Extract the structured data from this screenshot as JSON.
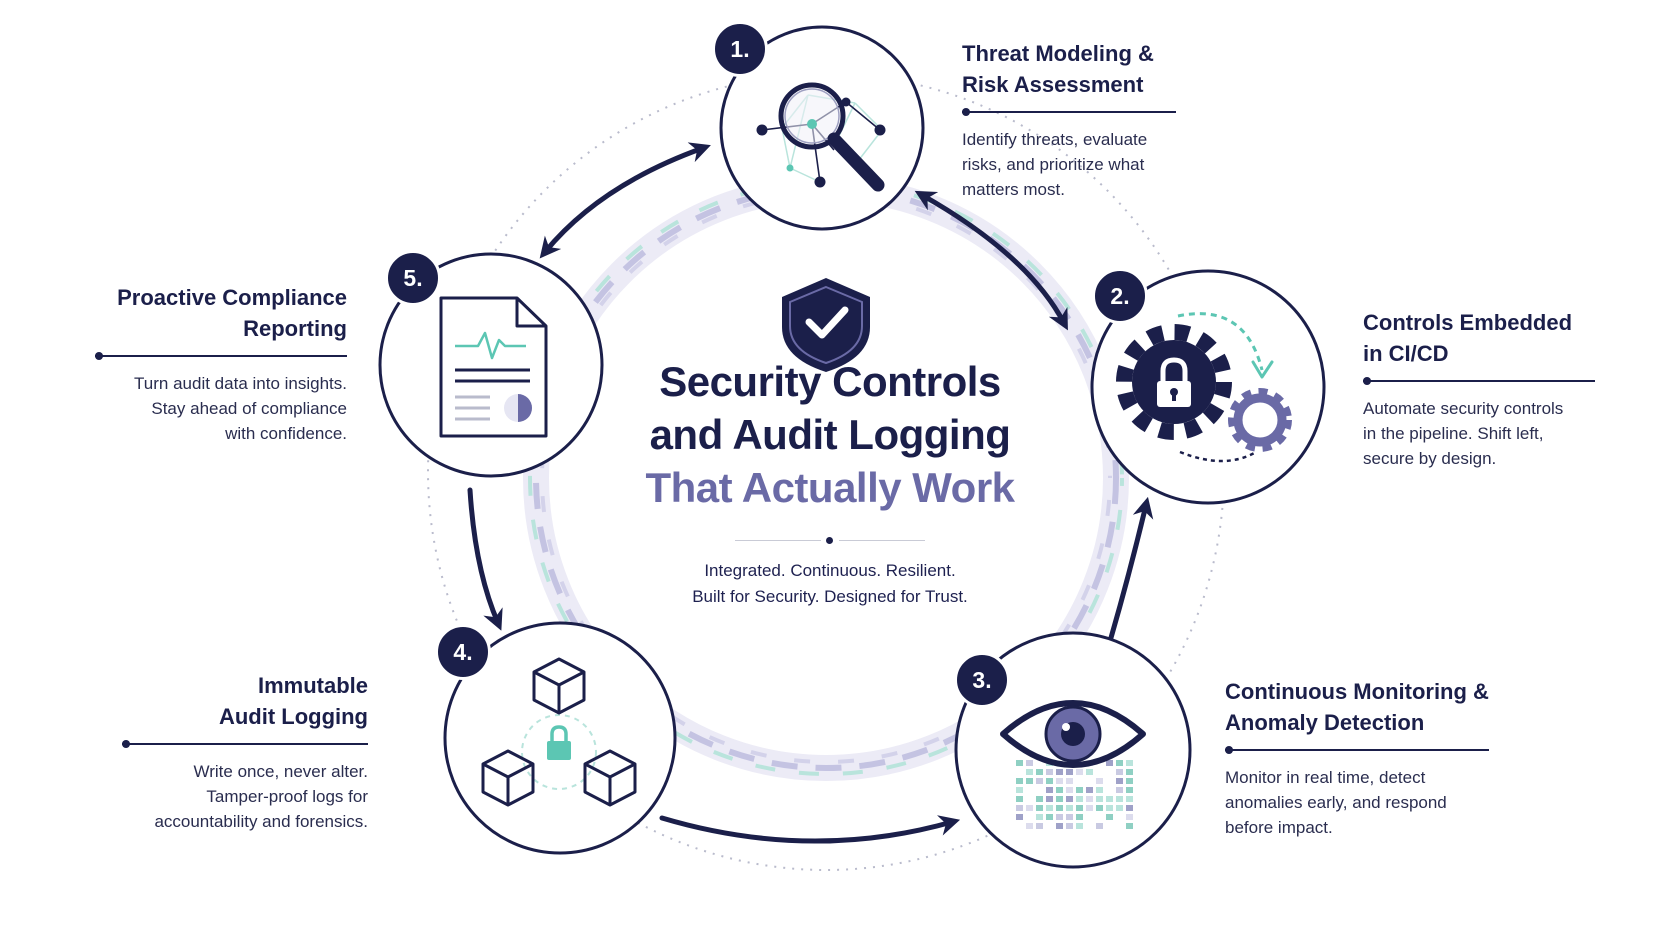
{
  "title": {
    "line1": "Security Controls",
    "line2": "and Audit Logging",
    "line3": "That Actually Work"
  },
  "tagline": {
    "line1": "Integrated. Continuous. Resilient.",
    "line2": "Built for Security. Designed for Trust."
  },
  "colors": {
    "navy": "#1b1f4a",
    "purple": "#6a6aa6",
    "teal": "#5cc6b3",
    "lavender": "#b9b8da"
  },
  "steps": [
    {
      "number": "1.",
      "title_lines": [
        "Threat Modeling &",
        "Risk Assessment"
      ],
      "desc_lines": [
        "Identify threats, evaluate",
        "risks, and prioritize what",
        "matters most."
      ],
      "icon": "magnifier-network-icon"
    },
    {
      "number": "2.",
      "title_lines": [
        "Controls Embedded",
        "in CI/CD"
      ],
      "desc_lines": [
        "Automate security controls",
        "in the pipeline. Shift left,",
        "secure by design."
      ],
      "icon": "gears-lock-icon"
    },
    {
      "number": "3.",
      "title_lines": [
        "Continuous Monitoring &",
        "Anomaly Detection"
      ],
      "desc_lines": [
        "Monitor in real time, detect",
        "anomalies early, and respond",
        "before impact."
      ],
      "icon": "eye-data-icon"
    },
    {
      "number": "4.",
      "title_lines": [
        "Immutable",
        "Audit Logging"
      ],
      "desc_lines": [
        "Write once, never alter.",
        "Tamper-proof logs for",
        "accountability and forensics."
      ],
      "icon": "cubes-lock-icon"
    },
    {
      "number": "5.",
      "title_lines": [
        "Proactive Compliance",
        "Reporting"
      ],
      "desc_lines": [
        "Turn audit data into insights.",
        "Stay ahead of compliance",
        "with confidence."
      ],
      "icon": "report-document-icon"
    }
  ]
}
